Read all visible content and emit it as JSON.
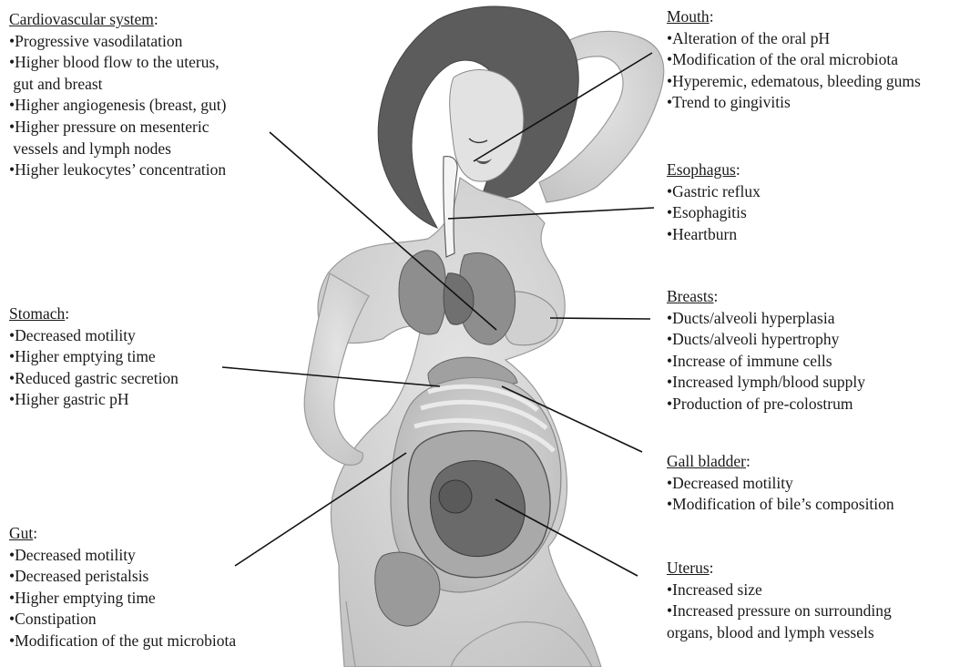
{
  "groups": {
    "cardio": {
      "title": "Cardiovascular system",
      "items": [
        "Progressive vasodilatation",
        "Higher blood flow to the uterus,\n gut and breast",
        "Higher angiogenesis (breast, gut)",
        "Higher pressure on mesenteric\n vessels and lymph nodes",
        "Higher leukocytes’ concentration"
      ]
    },
    "stomach": {
      "title": "Stomach",
      "items": [
        "Decreased motility",
        "Higher emptying time",
        "Reduced gastric secretion",
        "Higher gastric pH"
      ]
    },
    "gut": {
      "title": "Gut",
      "items": [
        "Decreased motility",
        "Decreased peristalsis",
        "Higher emptying time",
        "Constipation",
        "Modification of the gut microbiota"
      ]
    },
    "mouth": {
      "title": "Mouth",
      "items": [
        "Alteration of the oral pH",
        "Modification of the oral microbiota",
        "Hyperemic, edematous, bleeding gums",
        "Trend to gingivitis"
      ]
    },
    "esophagus": {
      "title": "Esophagus",
      "items": [
        "Gastric reflux",
        "Esophagitis",
        "Heartburn"
      ]
    },
    "breasts": {
      "title": "Breasts",
      "items": [
        "Ducts/alveoli hyperplasia",
        "Ducts/alveoli hypertrophy",
        "Increase of immune cells",
        "Increased lymph/blood supply",
        "Production of pre-colostrum"
      ]
    },
    "gallbladder": {
      "title": "Gall bladder",
      "items": [
        "Decreased motility",
        "Modification of bile’s composition"
      ]
    },
    "uterus": {
      "title": "Uterus",
      "items": [
        "Increased size",
        "Increased pressure on surrounding\norgans, blood and lymph vessels"
      ]
    }
  },
  "colors": {
    "skin": "#d7d7d7",
    "hair": "#5c5c5c",
    "organ": "#9a9a9a",
    "line": "#111111"
  }
}
